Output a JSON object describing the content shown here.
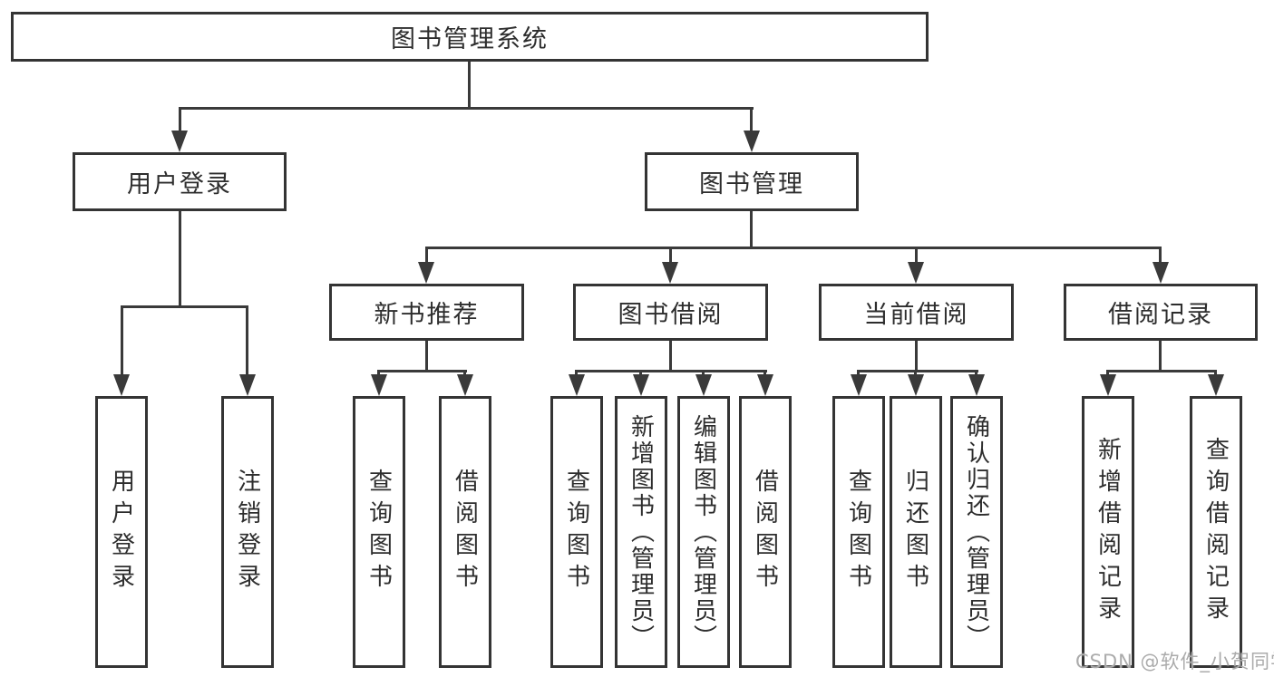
{
  "colors": {
    "line": "#3a3a3a",
    "border": "#343434",
    "text": "#2d2d2d",
    "background": "#ffffff",
    "watermark_text": "#ababab"
  },
  "nodes": {
    "root": "图书管理系统",
    "level2": [
      {
        "label": "用户登录"
      },
      {
        "label": "图书管理"
      }
    ],
    "level3": [
      {
        "label": "新书推荐"
      },
      {
        "label": "图书借阅"
      },
      {
        "label": "当前借阅"
      },
      {
        "label": "借阅记录"
      }
    ],
    "leaves": {
      "user_login": [
        "用户登录",
        "注销登录"
      ],
      "new_book_recommend": [
        "查询图书",
        "借阅图书"
      ],
      "book_borrowing": [
        "查询图书",
        "新增图书（管理员）",
        "编辑图书（管理员）",
        "借阅图书"
      ],
      "current_borrowing": [
        "查询图书",
        "归还图书",
        "确认归还（管理员）"
      ],
      "borrowing_records": [
        "新增借阅记录",
        "查询借阅记录"
      ]
    }
  },
  "watermark": "CSDN @软件_小贺同学"
}
